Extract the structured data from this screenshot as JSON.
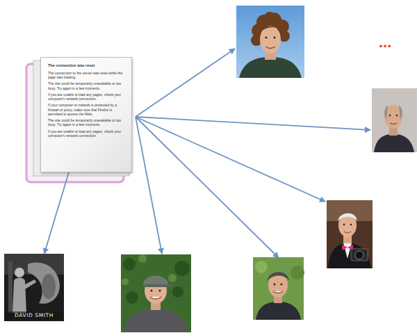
{
  "diagram": {
    "nodes": [
      {
        "text": [
          "The connection was reset",
          "The connection to the server was reset while the page was loading.",
          "The site could be temporarily unavailable or too busy. Try again in a few moments.",
          "If you are unable to load any pages, check your computer's network connection.",
          "If your computer or network is protected by a firewall or proxy, make sure that Firefox is permitted to access the Web.",
          "The site could be temporarily unavailable or too busy. Try again in a few moments.",
          "If you are unable to load any pages, check your computer's network connection."
        ]
      },
      {
        "text": [
          "DAVID SMITH"
        ]
      }
    ],
    "edges": [
      {
        "from": 0,
        "to": 1,
        "arrow": "to"
      }
    ],
    "labels": [
      "..."
    ]
  }
}
